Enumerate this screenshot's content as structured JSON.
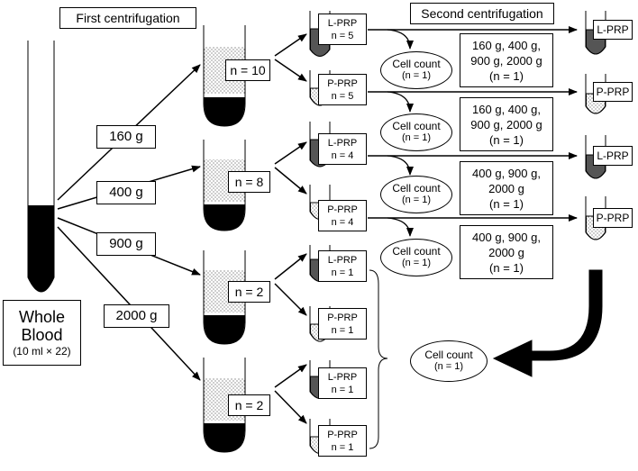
{
  "headers": {
    "first": "First centrifugation",
    "second": "Second centrifugation"
  },
  "whole_blood": {
    "title": "Whole",
    "title2": "Blood",
    "volume": "(10 ml × 22)"
  },
  "speeds": [
    "160 g",
    "400 g",
    "900 g",
    "2000 g"
  ],
  "tube_counts": [
    "n = 10",
    "n = 8",
    "n = 2",
    "n = 2"
  ],
  "plasma": [
    {
      "name": "L-PRP",
      "n": "n = 5"
    },
    {
      "name": "P-PRP",
      "n": "n = 5"
    },
    {
      "name": "L-PRP",
      "n": "n = 4"
    },
    {
      "name": "P-PRP",
      "n": "n = 4"
    },
    {
      "name": "L-PRP",
      "n": "n = 1"
    },
    {
      "name": "P-PRP",
      "n": "n = 1"
    },
    {
      "name": "L-PRP",
      "n": "n = 1"
    },
    {
      "name": "P-PRP",
      "n": "n = 1"
    }
  ],
  "cell_count": {
    "label": "Cell count",
    "n": "(n = 1)"
  },
  "second_speeds": [
    {
      "line1": "160 g, 400 g,",
      "line2": "900 g, 2000 g",
      "line3": "(n = 1)"
    },
    {
      "line1": "160 g, 400 g,",
      "line2": "900 g, 2000 g",
      "line3": "(n = 1)"
    },
    {
      "line1": "400 g, 900 g,",
      "line2": "2000 g",
      "line3": "(n = 1)"
    },
    {
      "line1": "400 g, 900 g,",
      "line2": "2000 g",
      "line3": "(n = 1)"
    }
  ],
  "results": [
    "L-PRP",
    "P-PRP",
    "L-PRP",
    "P-PRP"
  ]
}
